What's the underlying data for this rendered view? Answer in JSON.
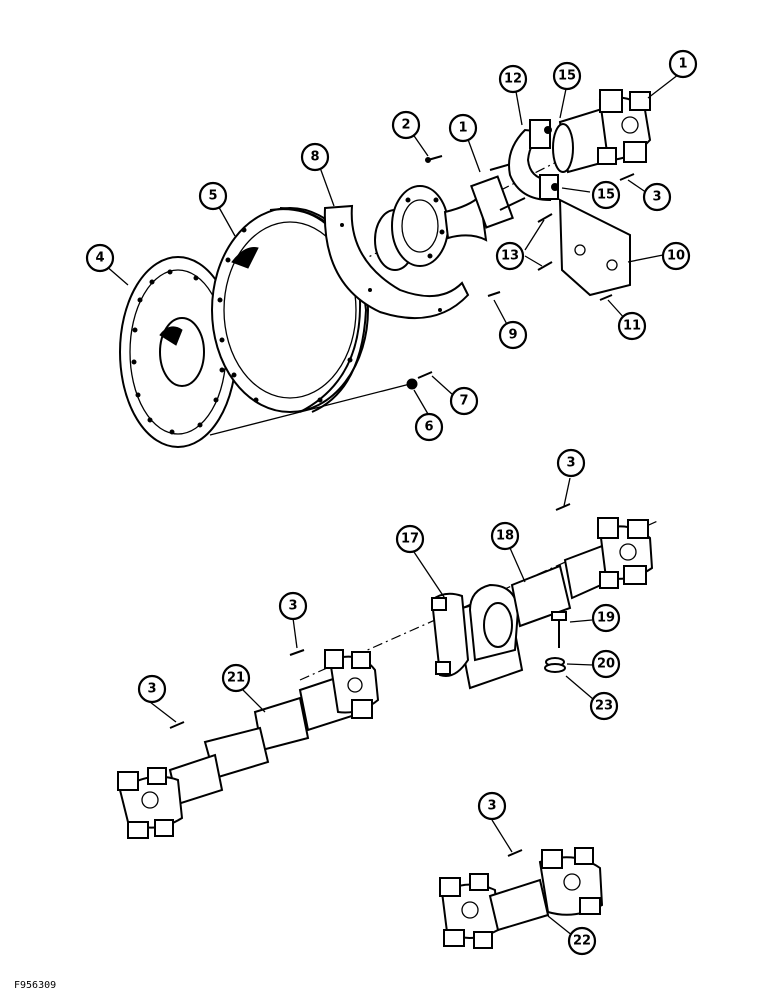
{
  "figure_code": "F956309",
  "callouts": [
    {
      "label": "1"
    },
    {
      "label": "15"
    },
    {
      "label": "12"
    },
    {
      "label": "2"
    },
    {
      "label": "1"
    },
    {
      "label": "8"
    },
    {
      "label": "15"
    },
    {
      "label": "3"
    },
    {
      "label": "5"
    },
    {
      "label": "4"
    },
    {
      "label": "13"
    },
    {
      "label": "10"
    },
    {
      "label": "9"
    },
    {
      "label": "11"
    },
    {
      "label": "7"
    },
    {
      "label": "6"
    },
    {
      "label": "3"
    },
    {
      "label": "17"
    },
    {
      "label": "18"
    },
    {
      "label": "3"
    },
    {
      "label": "19"
    },
    {
      "label": "21"
    },
    {
      "label": "20"
    },
    {
      "label": "3"
    },
    {
      "label": "23"
    },
    {
      "label": "3"
    },
    {
      "label": "22"
    }
  ]
}
